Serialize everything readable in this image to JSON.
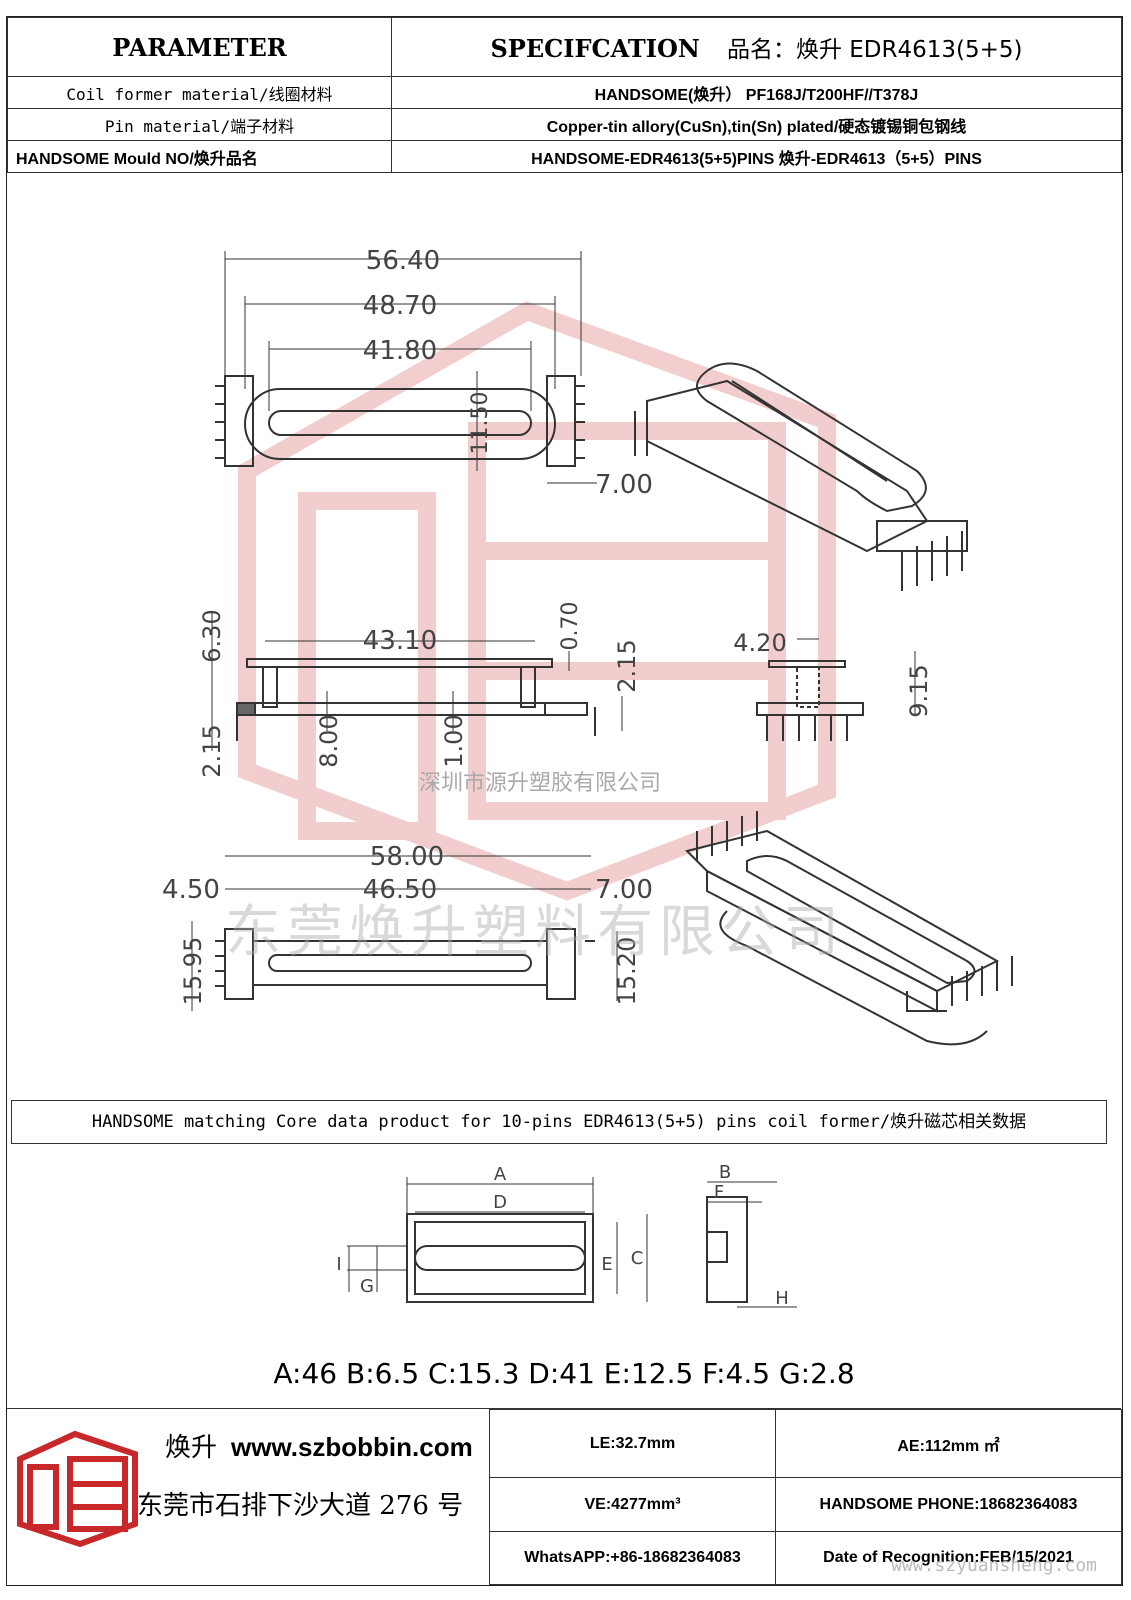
{
  "header": {
    "parameter_title": "PARAMETER",
    "spec_title": "SPECIFCATION",
    "product_name": "品名：焕升 EDR4613(5+5)"
  },
  "rows": [
    {
      "label": "Coil former material/线圈材料",
      "value": "HANDSOME(焕升）  PF168J/T200HF//T378J"
    },
    {
      "label": "Pin material/端子材料",
      "value": "Copper-tin allory(CuSn),tin(Sn) plated/硬态镀锡铜包钢线"
    },
    {
      "label": "HANDSOME Mould NO/焕升品名",
      "value": "HANDSOME-EDR4613(5+5)PINS    焕升-EDR4613（5+5）PINS"
    }
  ],
  "dimensions": {
    "top_view": [
      "56.40",
      "48.70",
      "41.80",
      "11.50",
      "7.00"
    ],
    "side_view": [
      "43.10",
      "6.30",
      "0.70",
      "2.15",
      "2.15",
      "8.00",
      "1.00"
    ],
    "end_view": [
      "4.20",
      "9.15"
    ],
    "bottom_view": [
      "58.00",
      "46.50",
      "4.50",
      "7.00",
      "15.95",
      "15.20"
    ]
  },
  "watermarks": {
    "company_small": "深圳市源升塑胶有限公司",
    "company_large": "东莞焕升塑料有限公司",
    "url": "www.szyuansheng.com"
  },
  "core": {
    "title": "HANDSOME matching Core data  product for 10-pins EDR4613(5+5) pins coil former/焕升磁芯相关数据",
    "labels": [
      "A",
      "D",
      "B",
      "F",
      "I",
      "G",
      "E",
      "C",
      "H"
    ],
    "values": "A:46 B:6.5 C:15.3 D:41 E:12.5 F:4.5 G:2.8"
  },
  "footer": {
    "brand_cn": "焕升",
    "website": "www.szbobbin.com",
    "address": "东莞市石排下沙大道 276 号",
    "le": "LE:32.7mm",
    "ae": "AE:112mm ㎡",
    "ve": "VE:4277mm³",
    "phone": "HANDSOME PHONE:18682364083",
    "whatsapp": "WhatsAPP:+86-18682364083",
    "date": "Date of Recognition:FEB/15/2021"
  },
  "colors": {
    "logo_red": "#c8282a",
    "watermark_red": "#e9a5a5"
  }
}
